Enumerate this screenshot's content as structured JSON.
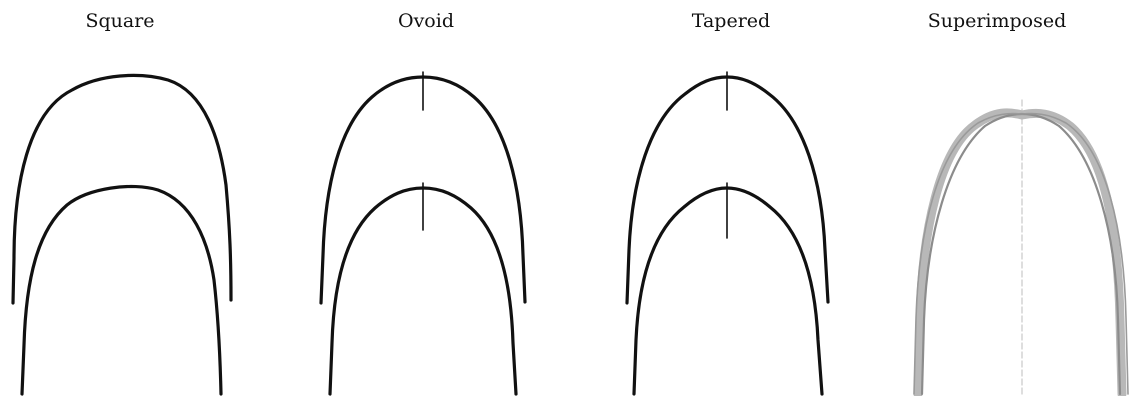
{
  "panels": [
    {
      "label": "Square"
    },
    {
      "label": "Ovoid"
    },
    {
      "label": "Tapered"
    },
    {
      "label": "Superimposed"
    }
  ],
  "colors": {
    "ink": "#111111",
    "overlay": "#b8b8b8",
    "overlay_dark": "#8c8c8c",
    "midline": "#c8c8c8"
  }
}
